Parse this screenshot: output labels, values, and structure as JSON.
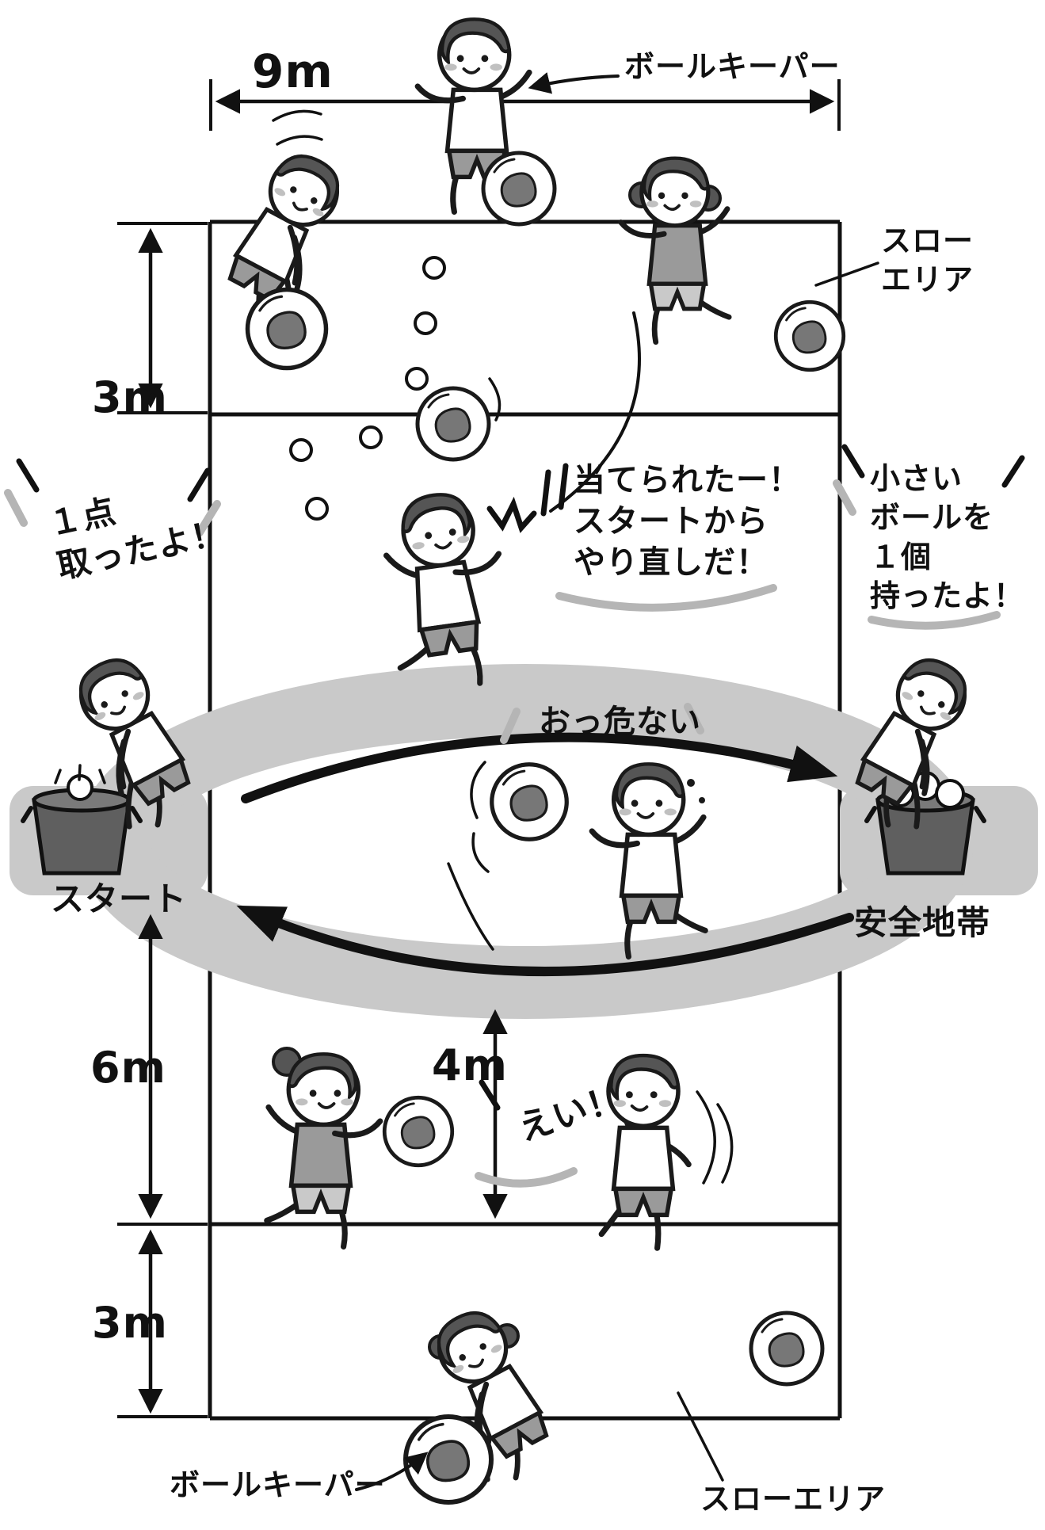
{
  "dimensions": {
    "court_width": "9m",
    "top_throw_zone_depth": "3m",
    "mid_zone_depth": "6m",
    "center_to_line": "4m",
    "bottom_throw_zone_depth": "3m"
  },
  "labels": {
    "ball_keeper_top": "ボールキーパー",
    "throw_area_top": [
      "スロー",
      "エリア"
    ],
    "start": "スタート",
    "safety_zone": "安全地帯",
    "ball_keeper_bottom": "ボールキーパー",
    "throw_area_bottom": "スローエリア"
  },
  "speech": {
    "hit_restart": [
      "当てられたー！",
      "スタートから",
      "やり直しだ！"
    ],
    "got_small_ball": [
      "小さい",
      "ボールを",
      "１個",
      "持ったよ！"
    ],
    "scored_point": [
      "１点",
      "取ったよ！"
    ],
    "watch_out": "おっ危ない",
    "throw_shout": "えい！"
  },
  "colors": {
    "ink": "#111111",
    "safety_band_gray": "#c9c9c9",
    "mid_gray": "#9a9a9a"
  }
}
